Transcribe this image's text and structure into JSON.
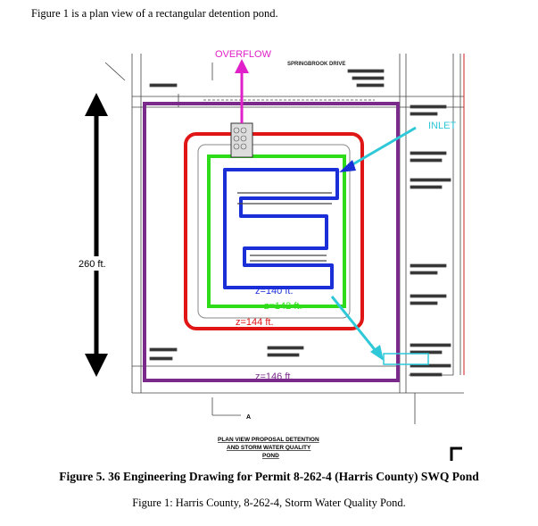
{
  "intro_text": "Figure 1 is a plan view of a rectangular detention pond.",
  "drawing": {
    "overflow_label": "OVERFLOW",
    "inlet_label": "INLET",
    "street_label": "SPRINGBROOK DRIVE",
    "dimension_label": "260 ft.",
    "contours": {
      "z140": "z=140 ft.",
      "z142": "z=142 ft.",
      "z144": "z=144 ft.",
      "z146": "z=146 ft."
    },
    "title_block": [
      "PLAN VIEW PROPOSAL DETENTION",
      "AND STORM WATER QUALITY",
      "POND"
    ],
    "section_mark": "A",
    "colors": {
      "purple": "#7a2a8a",
      "red": "#e01616",
      "green": "#2fdc1a",
      "blue": "#1a2fd8",
      "cyan": "#2ec8d8",
      "magenta": "#e020c8"
    }
  },
  "figure_caption_bold": "Figure 5. 36 Engineering Drawing for Permit 8-262-4 (Harris County) SWQ Pond",
  "figure_caption": "Figure 1: Harris County, 8-262-4, Storm Water Quality Pond."
}
